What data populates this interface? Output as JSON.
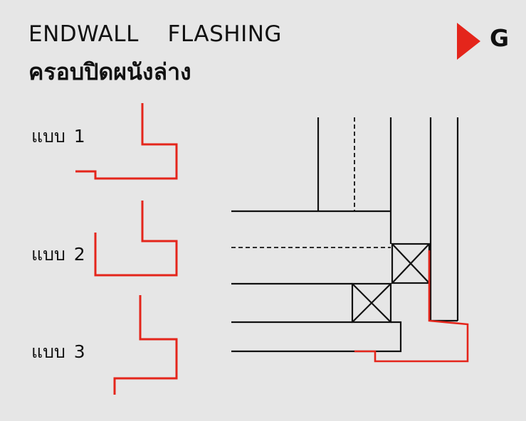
{
  "header": {
    "title": "ENDWALL  FLASHING",
    "subtitle": "ครอบปิดผนังล่าง",
    "badge_letter": "G"
  },
  "types": [
    {
      "label": "แบบ 1"
    },
    {
      "label": "แบบ 2"
    },
    {
      "label": "แบบ 3"
    }
  ],
  "colors": {
    "flashing": "#e4251b",
    "line": "#111111",
    "background": "#e6e6e6"
  }
}
